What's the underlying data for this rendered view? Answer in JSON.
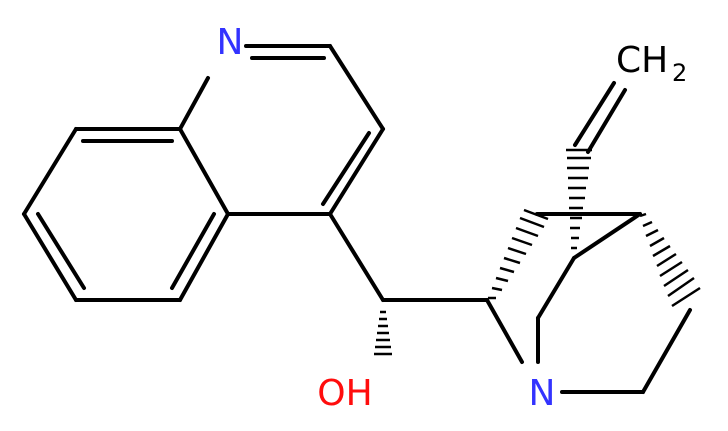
{
  "molecule": {
    "atoms": {
      "quinoline_n": "N",
      "hydroxyl": "OH",
      "quinuclidine_n": "N",
      "vinyl_ch": "CH",
      "vinyl_sub": "2"
    },
    "colors": {
      "bond": "#000000",
      "nitrogen": "#3333ff",
      "oxygen": "#ff0d0d",
      "carbon_label": "#000000",
      "background": "#ffffff"
    }
  }
}
